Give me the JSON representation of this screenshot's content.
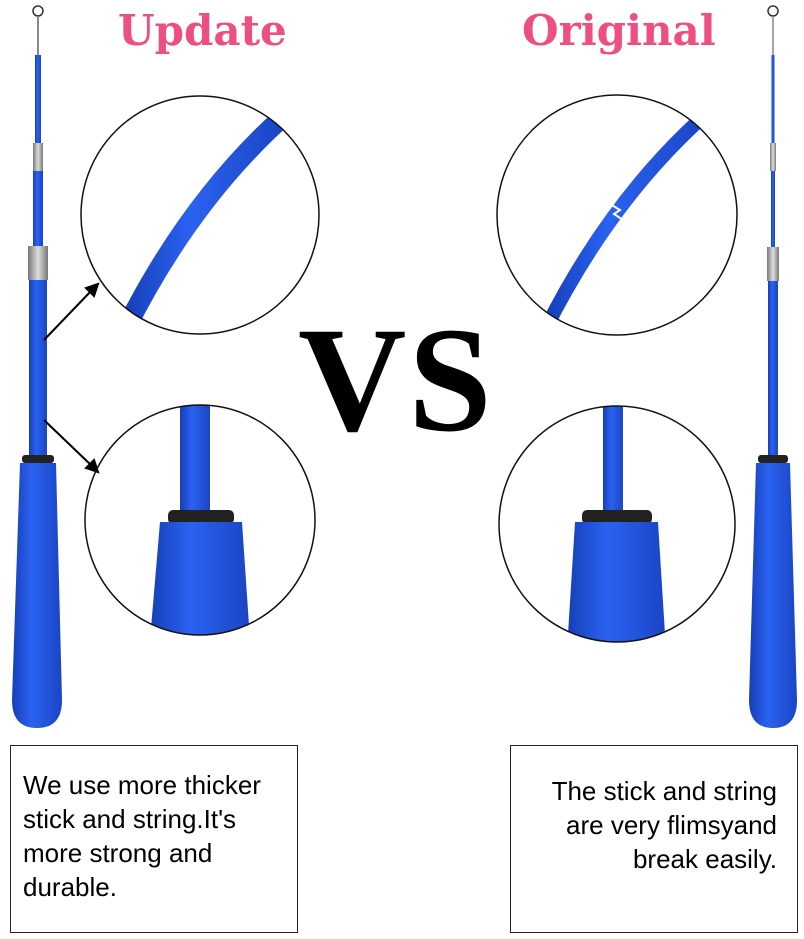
{
  "headings": {
    "update": "Update",
    "original": "Original",
    "versus": "VS"
  },
  "descriptions": {
    "update": "We use more thicker stick and string.It's more strong and durable.",
    "original": "The stick and string are very flimsyand break easily."
  },
  "colors": {
    "heading": "#ec4f80",
    "rod_blue": "#1f55e0",
    "ferrule": "#9a9a9a"
  }
}
